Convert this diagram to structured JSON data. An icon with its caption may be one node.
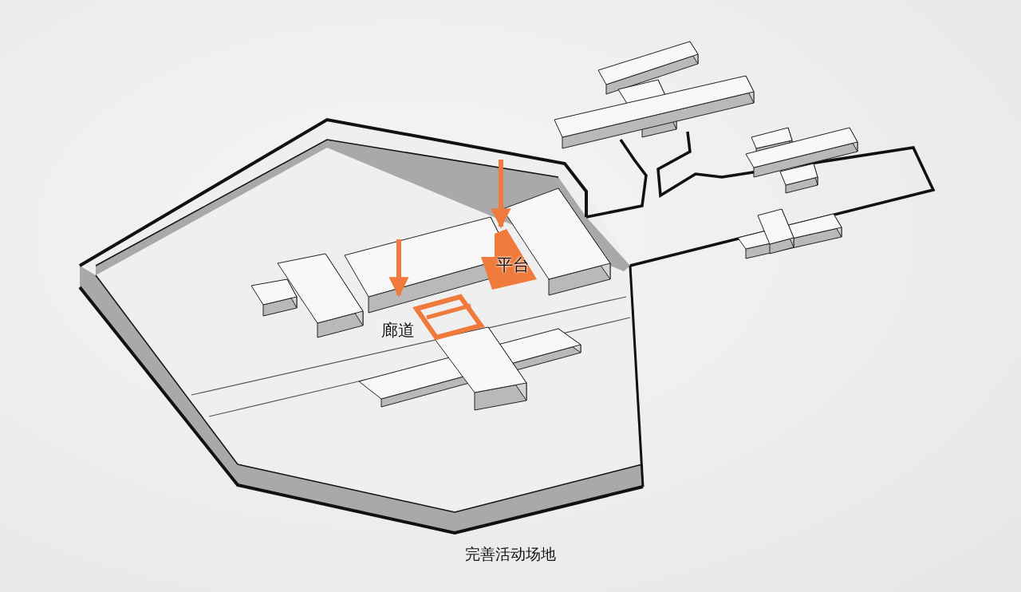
{
  "diagram": {
    "caption": "完善活动场地",
    "nodes": [
      {
        "text": [
          "平台"
        ]
      },
      {
        "text": [],
        "shape": "box",
        "beside": [
          "廊道"
        ]
      }
    ],
    "edges": [
      {
        "from": null,
        "to": 0,
        "arrow": "to"
      },
      {
        "from": null,
        "to": 1,
        "arrow": "to"
      }
    ]
  }
}
